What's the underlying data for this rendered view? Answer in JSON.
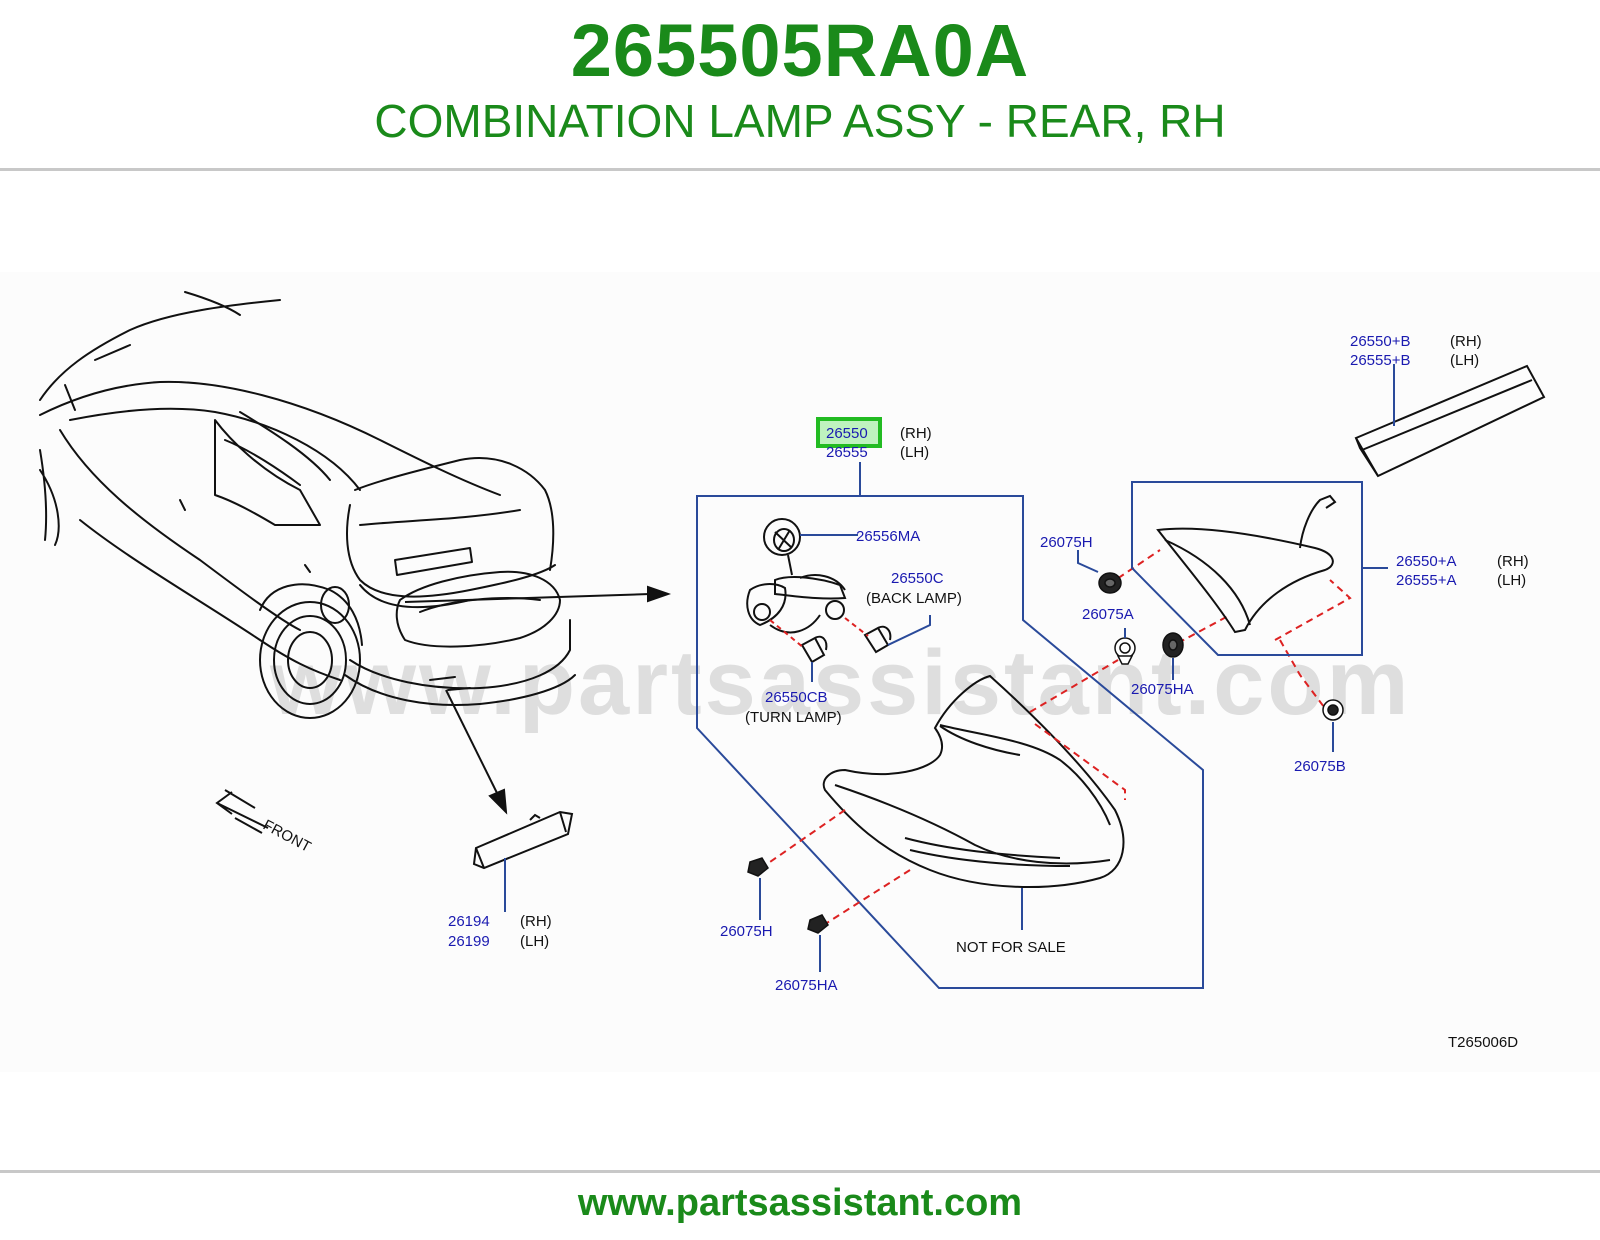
{
  "header": {
    "part_number": "265505RA0A",
    "part_name": "COMBINATION LAMP ASSY - REAR, RH"
  },
  "diagram": {
    "watermark": "www.partsassistant.com",
    "front_label": "FRONT",
    "drawing_code": "T265006D",
    "not_for_sale": "NOT   FOR   SALE",
    "callouts": {
      "main_rh": "26550",
      "main_rh_side": "(RH)",
      "main_lh": "26555",
      "main_lh_side": "(LH)",
      "socket": "26556MA",
      "back_lamp_code": "26550C",
      "back_lamp_name": "(BACK   LAMP)",
      "turn_lamp_code": "26550CB",
      "turn_lamp_name": "(TURN   LAMP)",
      "clip_h_top": "26075H",
      "clip_a": "26075A",
      "clip_ha_right": "26075HA",
      "clip_b": "26075B",
      "clip_h_bottom": "26075H",
      "clip_ha_bottom": "26075HA",
      "inner_rh": "26550+A",
      "inner_rh_side": "(RH)",
      "inner_lh": "26555+A",
      "inner_lh_side": "(LH)",
      "garnish_rh": "26550+B",
      "garnish_rh_side": "(RH)",
      "garnish_lh": "26555+B",
      "garnish_lh_side": "(LH)",
      "reflector_rh": "26194",
      "reflector_rh_side": "(RH)",
      "reflector_lh": "26199",
      "reflector_lh_side": "(LH)"
    },
    "highlighted_part": "26550",
    "colors": {
      "title_green": "#1a8a1a",
      "callout_blue": "#1a1ab0",
      "frame_blue": "#2a4a9a",
      "highlight_green": "#22bb22",
      "dash_red": "#dd2222"
    }
  },
  "footer": {
    "url": "www.partsassistant.com"
  }
}
